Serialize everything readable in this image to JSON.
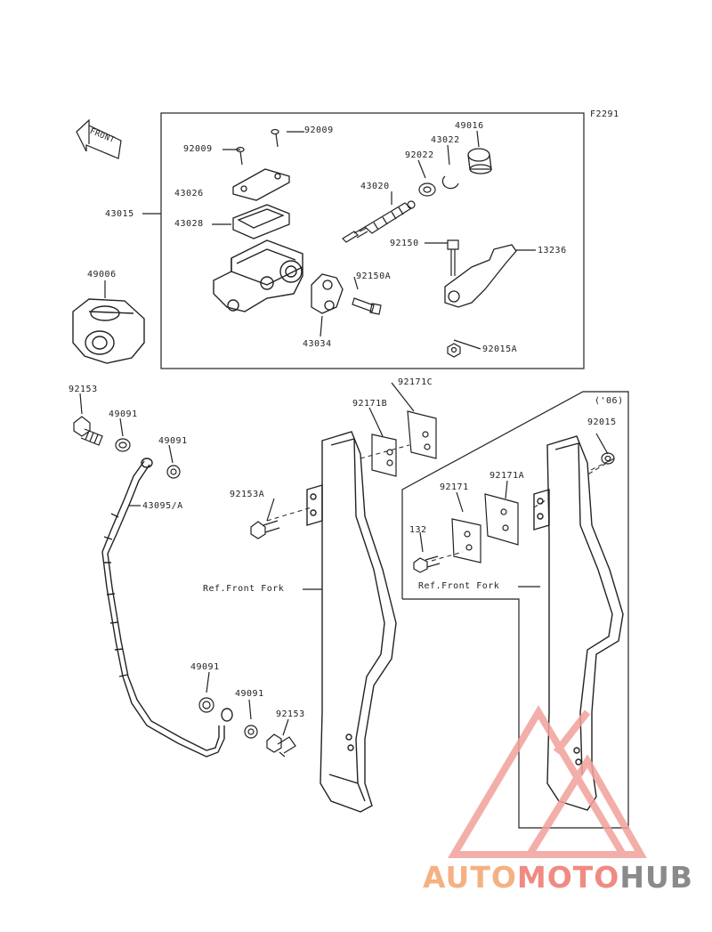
{
  "figure_code": "F2291",
  "front_arrow_text": "FRONT",
  "year_note": "('06)",
  "ref_label_1": "Ref.Front Fork",
  "ref_label_2": "Ref.Front Fork",
  "parts": {
    "p43015": "43015",
    "p92009a": "92009",
    "p92009b": "92009",
    "p43026": "43026",
    "p43028": "43028",
    "p43020": "43020",
    "p92022": "92022",
    "p43022": "43022",
    "p49016": "49016",
    "p92150": "92150",
    "p13236": "13236",
    "p92150A": "92150A",
    "p43034": "43034",
    "p92015A": "92015A",
    "p49006": "49006",
    "p92153a": "92153",
    "p49091a": "49091",
    "p49091b": "49091",
    "p43095": "43095/A",
    "p92153A": "92153A",
    "p92171C": "92171C",
    "p92171B": "92171B",
    "p92015": "92015",
    "p92171A": "92171A",
    "p92171": "92171",
    "p132": "132",
    "p49091c": "49091",
    "p49091d": "49091",
    "p92153b": "92153"
  },
  "watermark": {
    "part1": "AUTO",
    "part2": "MOTO",
    "part3": "HUB",
    "color1": "#f5b183",
    "color2": "#f08a82",
    "color3": "#8a8a8a"
  },
  "colors": {
    "line": "#222222",
    "watermark_triangle": "#f2a19b"
  }
}
